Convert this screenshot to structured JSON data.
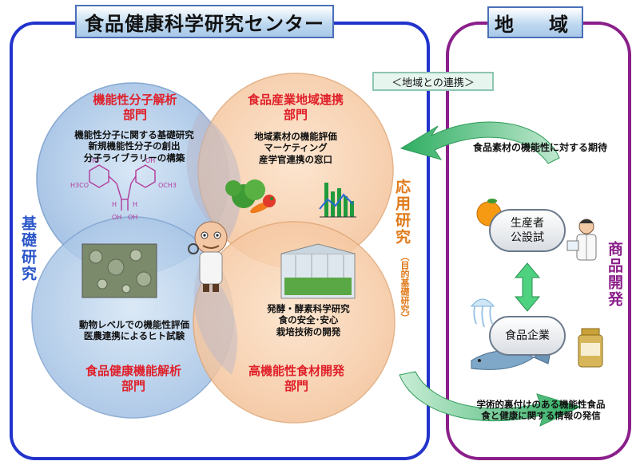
{
  "header": {
    "center_title": "食品健康科学研究センター",
    "region_title": "地　域"
  },
  "circles": {
    "top_left": {
      "dept": [
        "機能性分子解析",
        "部門"
      ],
      "lines": [
        "機能性分子に関する基礎研究",
        "新規機能性分子の創出",
        "分子ライブラリーの構築"
      ]
    },
    "top_right": {
      "dept": [
        "食品産業地域連携",
        "部門"
      ],
      "lines": [
        "地域素材の機能評価",
        "マーケティング",
        "産学官連携の窓口"
      ]
    },
    "bottom_left": {
      "dept": [
        "食品健康機能解析",
        "部門"
      ],
      "lines": [
        "動物レベルでの機能性評価",
        "医農連携によるヒト試験"
      ]
    },
    "bottom_right": {
      "dept": [
        "高機能性食材開発",
        "部門"
      ],
      "lines": [
        "発酵・酵素科学研究",
        "食の安全･安心",
        "栽培技術の開発"
      ]
    }
  },
  "molecule": {
    "labels": [
      "HO",
      "OH",
      "H3CO",
      "OCH3",
      "H",
      "H",
      "OH",
      "OH"
    ]
  },
  "side_labels": {
    "basic": "基礎研究",
    "applied": "応用研究",
    "applied_sub": "（目的基礎研究）",
    "product_dev": "商品開発"
  },
  "region": {
    "banner": "＜地域との連携＞",
    "expectation": "食品素材の機能性に対する期待",
    "producer": [
      "生産者",
      "公設試"
    ],
    "company": "食品企業",
    "output": [
      "学術的裏付けのある機能性食品",
      "食と健康に関する情報の発信"
    ]
  },
  "colors": {
    "center_frame": "#2233cc",
    "region_frame": "#8a1e8a",
    "circle_blue": "#a9c6e6",
    "circle_orange": "#f6c9a0",
    "dept_red": "#e0202a",
    "applied_orange": "#e07a1a",
    "basic_blue": "#2a55c8",
    "product_purple": "#8a1e8a",
    "arrow_green": "#22a05a"
  },
  "icons": [
    "vegetables-icon",
    "bar-chart-icon",
    "doctor-mascot-icon",
    "microscope-cells-image",
    "greenhouse-image",
    "orange-icon",
    "scientist-icon",
    "jellyfish-icon",
    "fish-icon",
    "supplement-bottle-icon"
  ]
}
